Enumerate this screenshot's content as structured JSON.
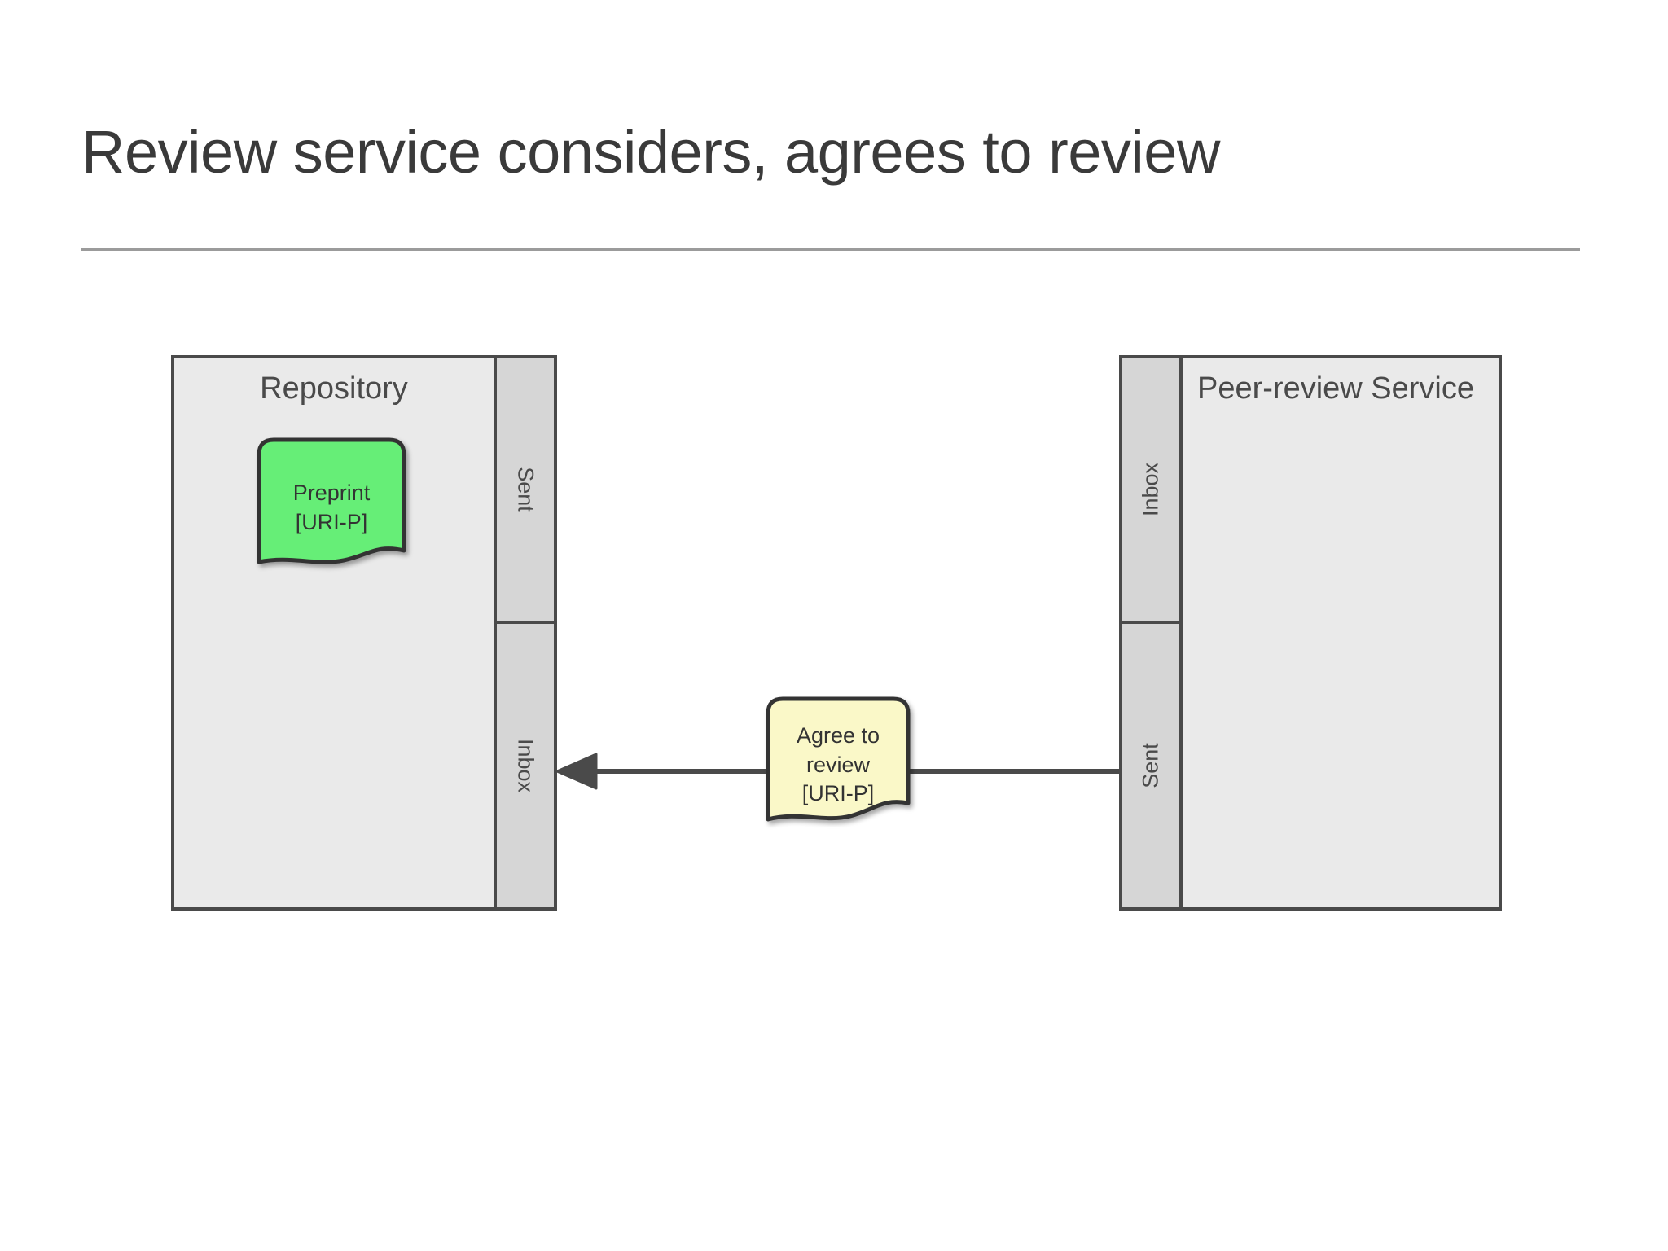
{
  "slide": {
    "title": "Review service considers, agrees to review",
    "title_color": "#3a3a3a",
    "rule_color": "#9b9b9b",
    "background_color": "#ffffff"
  },
  "diagram": {
    "type": "message-flow",
    "stroke_color": "#4a4a4a",
    "actors": [
      {
        "id": "repository",
        "label": "Repository",
        "fill": "#eaeaea",
        "strip_fill": "#d6d6d6",
        "strip_side": "right",
        "strips": [
          {
            "label": "Sent",
            "position": "top"
          },
          {
            "label": "Inbox",
            "position": "bottom"
          }
        ]
      },
      {
        "id": "peer-review-service",
        "label": "Peer-review Service",
        "fill": "#eaeaea",
        "strip_fill": "#d6d6d6",
        "strip_side": "left",
        "strips": [
          {
            "label": "Inbox",
            "position": "top"
          },
          {
            "label": "Sent",
            "position": "bottom"
          }
        ]
      }
    ],
    "notes": [
      {
        "id": "preprint-note",
        "lines": "Preprint\n[URI-P]",
        "fill": "#66ee77",
        "stroke": "#333333",
        "located_in": "repository"
      },
      {
        "id": "agree-note",
        "lines": "Agree to\nreview\n[URI-P]",
        "fill": "#faf8c8",
        "stroke": "#333333",
        "located_in": "connector"
      }
    ],
    "connectors": [
      {
        "id": "agree-arrow",
        "from": "peer-review-service.Sent",
        "to": "repository.Inbox",
        "direction": "left",
        "color": "#4a4a4a"
      }
    ]
  }
}
